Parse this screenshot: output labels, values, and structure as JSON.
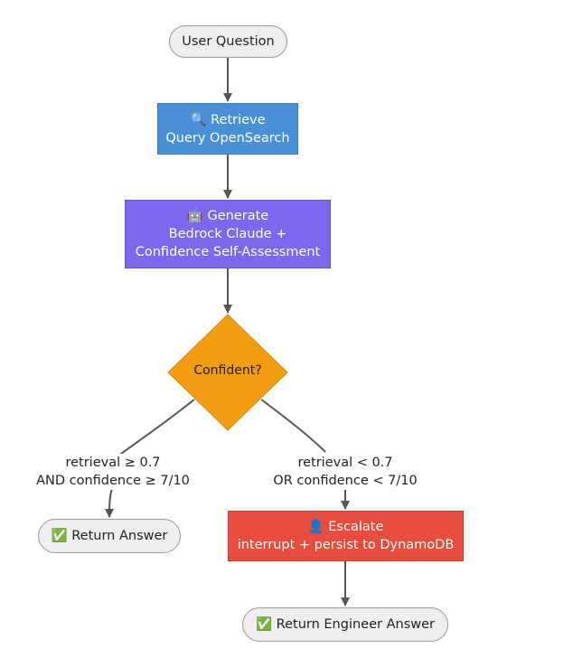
{
  "nodes": {
    "start": {
      "label": "User Question"
    },
    "retrieve": {
      "line1": "🔍 Retrieve",
      "line2": "Query OpenSearch"
    },
    "generate": {
      "line1": "🤖 Generate",
      "line2": "Bedrock Claude +",
      "line3": "Confidence Self-Assessment"
    },
    "decision": {
      "label": "Confident?"
    },
    "return_answer": {
      "label": "✅ Return Answer"
    },
    "escalate": {
      "line1": "👤 Escalate",
      "line2": "interrupt + persist to DynamoDB"
    },
    "return_engineer": {
      "label": "✅ Return Engineer Answer"
    }
  },
  "edges": {
    "yes": {
      "line1": "retrieval ≥ 0.7",
      "line2": "AND confidence ≥ 7/10"
    },
    "no": {
      "line1": "retrieval < 0.7",
      "line2": "OR confidence < 7/10"
    }
  },
  "colors": {
    "retrieve": "#4a90d9",
    "generate": "#7b68ee",
    "decision": "#f39c12",
    "escalate": "#e74c3c",
    "terminal": "#eeeeee",
    "edge": "#555555"
  }
}
